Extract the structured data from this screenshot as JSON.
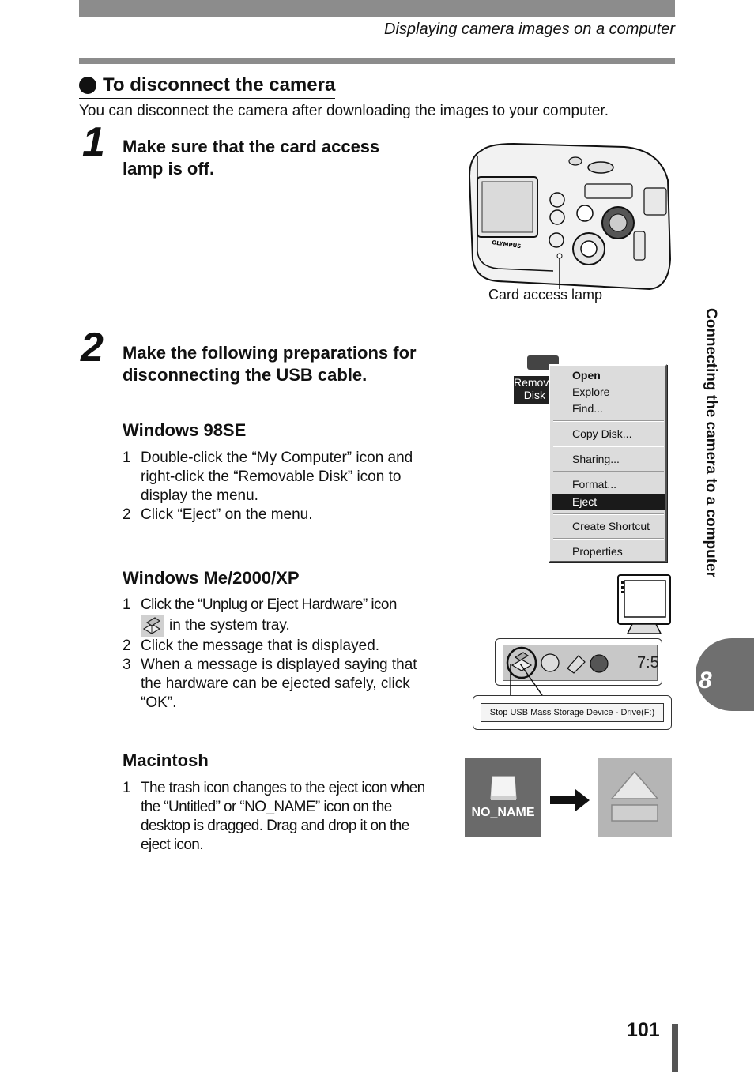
{
  "header": {
    "title": "Displaying camera images on a computer"
  },
  "section": {
    "heading": "To disconnect the camera",
    "intro": "You can disconnect the camera after downloading the images to your computer."
  },
  "step1": {
    "number": "1",
    "title": "Make sure that the card access lamp is off.",
    "caption": "Card access lamp"
  },
  "step2": {
    "number": "2",
    "title": "Make the following preparations for disconnecting the USB cable.",
    "win98": {
      "heading": "Windows 98SE",
      "items": [
        {
          "n": "1",
          "text": "Double-click the “My Computer” icon and right-click the “Removable Disk” icon to display the menu."
        },
        {
          "n": "2",
          "text": "Click “Eject” on the menu."
        }
      ]
    },
    "winme": {
      "heading": "Windows Me/2000/XP",
      "items": [
        {
          "n": "1",
          "text_a": "Click the “Unplug or Eject Hardware” icon",
          "text_b": "in the system tray."
        },
        {
          "n": "2",
          "text": "Click the message that is displayed."
        },
        {
          "n": "3",
          "text": "When a message is displayed saying that the hardware can be ejected safely, click “OK”."
        }
      ]
    },
    "mac": {
      "heading": "Macintosh",
      "items": [
        {
          "n": "1",
          "text": "The trash icon changes to the eject icon when the “Untitled” or “NO_NAME” icon on the desktop is dragged. Drag and drop it on the eject icon."
        }
      ]
    }
  },
  "menu": {
    "disk_label_1": "Remov",
    "disk_label_2": "Disk",
    "items": [
      "Open",
      "Explore",
      "Find...",
      "Copy Disk...",
      "Sharing...",
      "Format...",
      "Eject",
      "Create Shortcut",
      "Properties"
    ],
    "highlighted": "Eject"
  },
  "tray": {
    "time": "7:5",
    "tooltip": "Stop USB Mass Storage Device - Drive(F:)"
  },
  "mac_icon": {
    "label": "NO_NAME"
  },
  "camera": {
    "brand": "OLYMPUS"
  },
  "side_tab": {
    "text": "Connecting the camera to a computer",
    "chapter": "8"
  },
  "page_number": "101"
}
